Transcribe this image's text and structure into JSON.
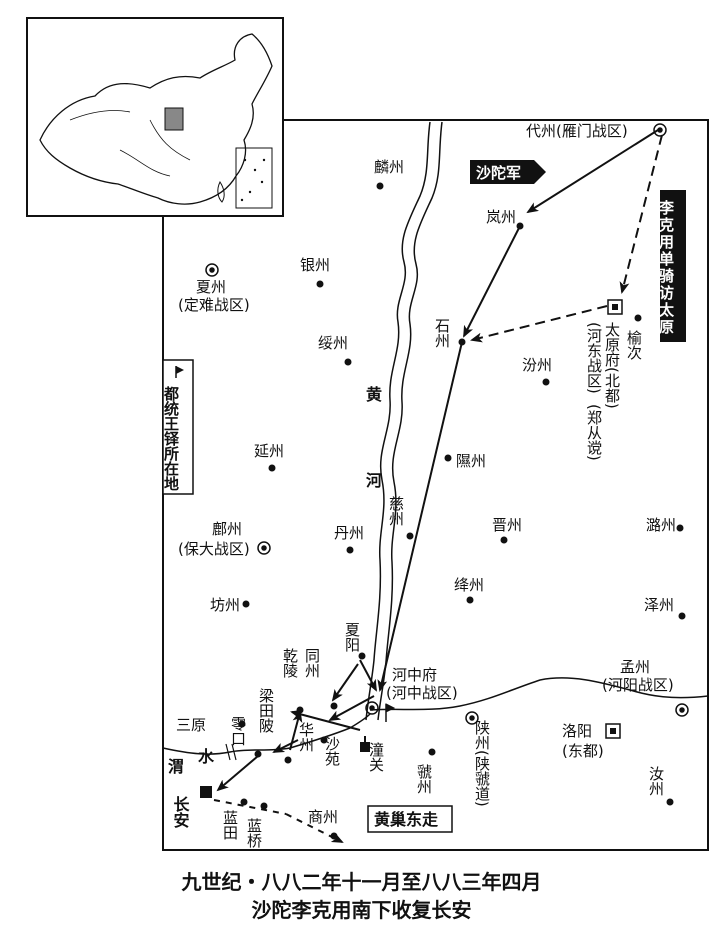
{
  "labels": {
    "daizhou": "代州(雁门战区)",
    "linzhou": "麟州",
    "lanzhou": "岚州",
    "shatuo_army": "沙陀军",
    "li_keyong_note": "李克用单骑访太原",
    "xiazhou": "夏州",
    "xiazhou_sub": "(定难战区)",
    "yinzhou": "银州",
    "suizhou": "绥州",
    "shizhou": "石州",
    "taiyuan": "太原府(北都)",
    "taiyuan_sub": "(河东战区)",
    "taiyuan_leader": "(郑从谠)",
    "yuci": "榆次",
    "fenzhou": "汾州",
    "huanghe1": "黄",
    "huanghe2": "河",
    "legend": "都统王铎所在地",
    "yanzhou": "延州",
    "xizhou": "隰州",
    "cizhou": "慈州",
    "jinzhou": "晋州",
    "luzhou": "潞州",
    "fuzhou": "鄜州",
    "fuzhou_sub": "(保大战区)",
    "danzhou": "丹州",
    "jiangzhou": "绛州",
    "zezhou": "泽州",
    "fangzhou": "坊州",
    "xiayang": "夏阳",
    "hezhongfu": "河中府",
    "hezhongfu_sub": "(河中战区)",
    "mengzhou": "孟州",
    "mengzhou_sub": "(河阳战区)",
    "qianling": "乾陵",
    "tongzhou": "同州",
    "liangtian": "梁田陂",
    "sanyuan": "三原",
    "lingkou": "零口",
    "huazhou": "华州",
    "shayuan": "沙苑",
    "tongguan": "潼关",
    "guozhou": "虢州",
    "shanzhou": "陕州(陕虢道)",
    "luoyang": "洛阳",
    "luoyang_sub": "(东都)",
    "ruzhou": "汝州",
    "weishui1": "渭",
    "weishui2": "水",
    "changan": "长安",
    "lantian": "蓝田",
    "lanqiao": "蓝桥",
    "shangzhou": "商州",
    "huangchao": "黄巢东走"
  },
  "caption": {
    "line1": "九世纪・八八二年十一月至八八三年四月",
    "line2": "沙陀李克用南下收复长安"
  }
}
